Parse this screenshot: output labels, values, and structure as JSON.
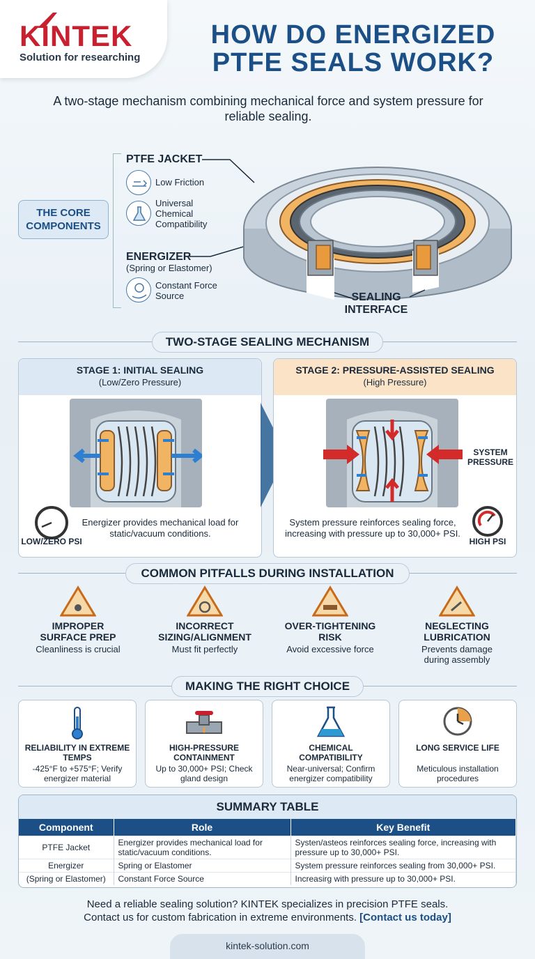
{
  "header": {
    "brand": "KINTEK",
    "brand_sub": "Solution for researching",
    "title": "HOW DO ENERGIZED PTFE SEALS WORK?",
    "subtitle": "A two-stage mechanism combining mechanical force and system pressure for reliable sealing."
  },
  "components": {
    "heading": "THE CORE COMPONENTS",
    "jacket": "PTFE JACKET",
    "jacket_features": [
      "Low Friction",
      "Universal Chemical Compatibility"
    ],
    "energizer": "ENERGIZER",
    "energizer_sub": "(Spring or Elastomer)",
    "energizer_feature": "Constant Force Source",
    "sealing_interface": "SEALING INTERFACE"
  },
  "mechanism": {
    "heading": "TWO-STAGE SEALING MECHANISM",
    "stage1": {
      "title": "STAGE 1: INITIAL SEALING",
      "sub": "(Low/Zero Pressure)",
      "caption": "Energizer provides mechanical load for static/vacuum conditions.",
      "gauge": "LOW/ZERO PSI"
    },
    "stage2": {
      "title": "STAGE 2: PRESSURE-ASSISTED SEALING",
      "sub": "(High Pressure)",
      "caption": "System pressure reinforces sealing force, increasing with pressure up to 30,000+ PSI.",
      "label": "SYSTEM PRESSURE",
      "gauge": "HIGH PSI"
    }
  },
  "pitfalls": {
    "heading": "COMMON PITFALLS DURING INSTALLATION",
    "items": [
      {
        "title": "IMPROPER SURFACE PREP",
        "sub": "Cleanliness is crucial"
      },
      {
        "title": "INCORRECT SIZING/ALIGNMENT",
        "sub": "Must fit perfectly"
      },
      {
        "title": "OVER-TIGHTENING RISK",
        "sub": "Avoid excessive force"
      },
      {
        "title": "NEGLECTING LUBRICATION",
        "sub": "Prevents damage during assembly"
      }
    ]
  },
  "choice": {
    "heading": "MAKING THE RIGHT CHOICE",
    "cards": [
      {
        "title": "RELIABILITY IN EXTREME TEMPS",
        "sub": "-425°F to +575°F; Verify energizer material"
      },
      {
        "title": "HIGH-PRESSURE CONTAINMENT",
        "sub": "Up to 30,000+ PSI; Check gland design"
      },
      {
        "title": "CHEMICAL COMPATIBILITY",
        "sub": "Near-universal; Confirm energizer compatibility"
      },
      {
        "title": "LONG SERVICE LIFE",
        "sub": "Meticulous installation procedures"
      }
    ]
  },
  "summary": {
    "heading": "SUMMARY TABLE",
    "columns": [
      "Component",
      "Role",
      "Key Benefit"
    ],
    "rows": [
      [
        "PTFE Jacket",
        "Energizer provides mechanical load for static/vacuum conditions.",
        "Systen/asteos reinforces sealing force, increasing with pressure up to 30,000+ PSI."
      ],
      [
        "Energizer",
        "Spring or Elastomer",
        "System pressure reinforces sealing from 30,000+ PSI."
      ],
      [
        "(Spring or Elastomer)",
        "Constant Force Source",
        "Increasirg with pressure up to 30,000+ PSI."
      ]
    ]
  },
  "footer": {
    "line1": "Need a reliable sealing solution? KINTEK specializes in precision PTFE seals.",
    "line2": "Contact us for custom fabrication in extreme environments.",
    "cta": "[Contact us today]",
    "url": "kintek-solution.com"
  },
  "colors": {
    "brand_red": "#c8202f",
    "navy": "#1b4f86",
    "orange": "#e8a04a",
    "arrow_red": "#d32a2a",
    "arrow_blue": "#2f7fd1"
  }
}
